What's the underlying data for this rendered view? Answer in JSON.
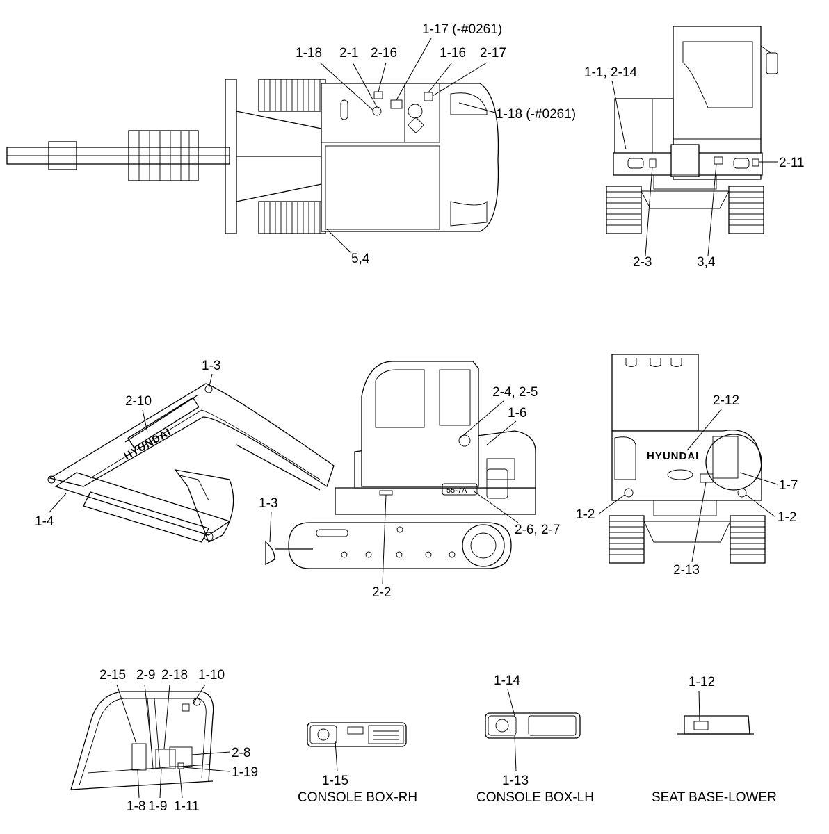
{
  "labels": {
    "top": {
      "l_1_17": "1-17 (-#0261)",
      "l_1_18a": "1-18",
      "l_2_1": "2-1",
      "l_2_16": "2-16",
      "l_1_16": "1-16",
      "l_2_17": "2-17",
      "l_1_18b": "1-18 (-#0261)",
      "l_5_4": "5,4"
    },
    "rear": {
      "l_1_1": "1-1, 2-14",
      "l_2_11": "2-11",
      "l_2_3": "2-3",
      "l_3_4": "3,4"
    },
    "side": {
      "l_1_3a": "1-3",
      "l_2_10": "2-10",
      "l_2_4": "2-4, 2-5",
      "l_1_6": "1-6",
      "l_1_4": "1-4",
      "l_1_3b": "1-3",
      "l_2_6": "2-6, 2-7",
      "l_2_2": "2-2"
    },
    "back": {
      "l_2_12": "2-12",
      "l_1_7": "1-7",
      "l_1_2a": "1-2",
      "l_1_2b": "1-2",
      "l_2_13": "2-13"
    },
    "cab": {
      "l_2_15": "2-15",
      "l_2_9": "2-9",
      "l_2_18": "2-18",
      "l_1_10": "1-10",
      "l_2_8": "2-8",
      "l_1_19": "1-19",
      "l_1_8": "1-8",
      "l_1_9": "1-9",
      "l_1_11": "1-11"
    },
    "consoles": {
      "l_1_15": "1-15",
      "l_1_14": "1-14",
      "l_1_13": "1-13",
      "l_1_12": "1-12"
    }
  },
  "captions": {
    "console_rh": "CONSOLE BOX-RH",
    "console_lh": "CONSOLE BOX-LH",
    "seat_base": "SEAT BASE-LOWER"
  },
  "branding": {
    "boom_text": "HYUNDAI",
    "rear_text": "HYUNDAI",
    "model_badge": "55-7A"
  }
}
